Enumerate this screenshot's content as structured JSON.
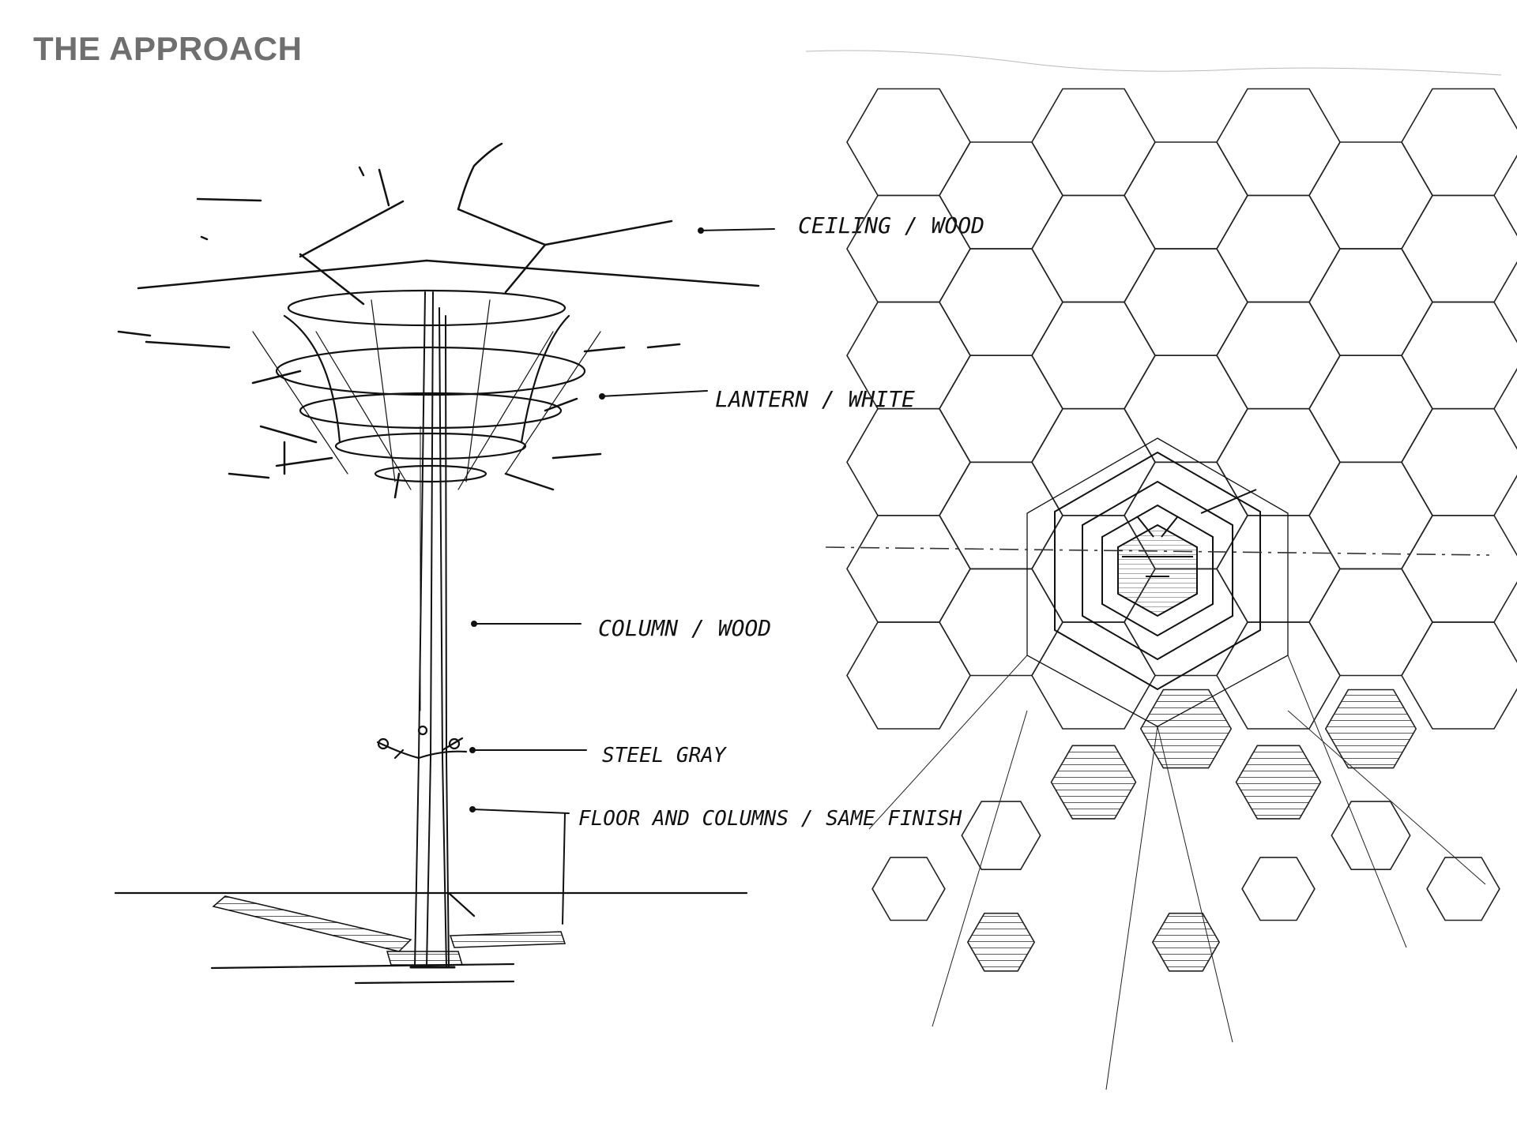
{
  "title": "THE APPROACH",
  "colors": {
    "title": "#6f6f6f",
    "ink": "#111111"
  },
  "annotations": {
    "ceiling": "CEILING / WOOD",
    "lantern": "LANTERN / WHITE",
    "column": "COLUMN / WOOD",
    "steel": "STEEL GRAY",
    "floor": "FLOOR AND COLUMNS / SAME FINISH"
  }
}
